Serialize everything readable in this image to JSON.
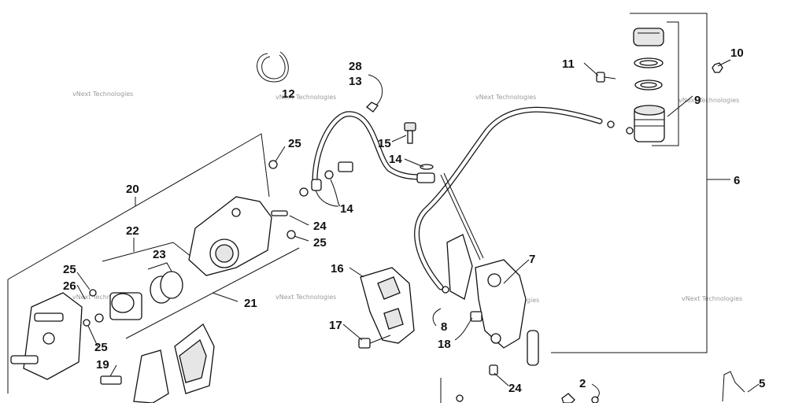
{
  "diagram": {
    "callouts": [
      {
        "id": "c28",
        "text": "28"
      },
      {
        "id": "c13",
        "text": "13"
      },
      {
        "id": "c12",
        "text": "12"
      },
      {
        "id": "c11",
        "text": "11"
      },
      {
        "id": "c10",
        "text": "10"
      },
      {
        "id": "c9",
        "text": "9"
      },
      {
        "id": "c6",
        "text": "6"
      },
      {
        "id": "c25a",
        "text": "25"
      },
      {
        "id": "c15",
        "text": "15"
      },
      {
        "id": "c14a",
        "text": "14"
      },
      {
        "id": "c14b",
        "text": "14"
      },
      {
        "id": "c20",
        "text": "20"
      },
      {
        "id": "c24a",
        "text": "24"
      },
      {
        "id": "c25b",
        "text": "25"
      },
      {
        "id": "c22",
        "text": "22"
      },
      {
        "id": "c23",
        "text": "23"
      },
      {
        "id": "c7",
        "text": "7"
      },
      {
        "id": "c16",
        "text": "16"
      },
      {
        "id": "c25c",
        "text": "25"
      },
      {
        "id": "c26",
        "text": "26"
      },
      {
        "id": "c21",
        "text": "21"
      },
      {
        "id": "c17",
        "text": "17"
      },
      {
        "id": "c8",
        "text": "8"
      },
      {
        "id": "c18",
        "text": "18"
      },
      {
        "id": "c25d",
        "text": "25"
      },
      {
        "id": "c19",
        "text": "19"
      },
      {
        "id": "c24b",
        "text": "24"
      },
      {
        "id": "c2",
        "text": "2"
      },
      {
        "id": "c5",
        "text": "5"
      }
    ],
    "watermark": "vNext Technologies"
  }
}
